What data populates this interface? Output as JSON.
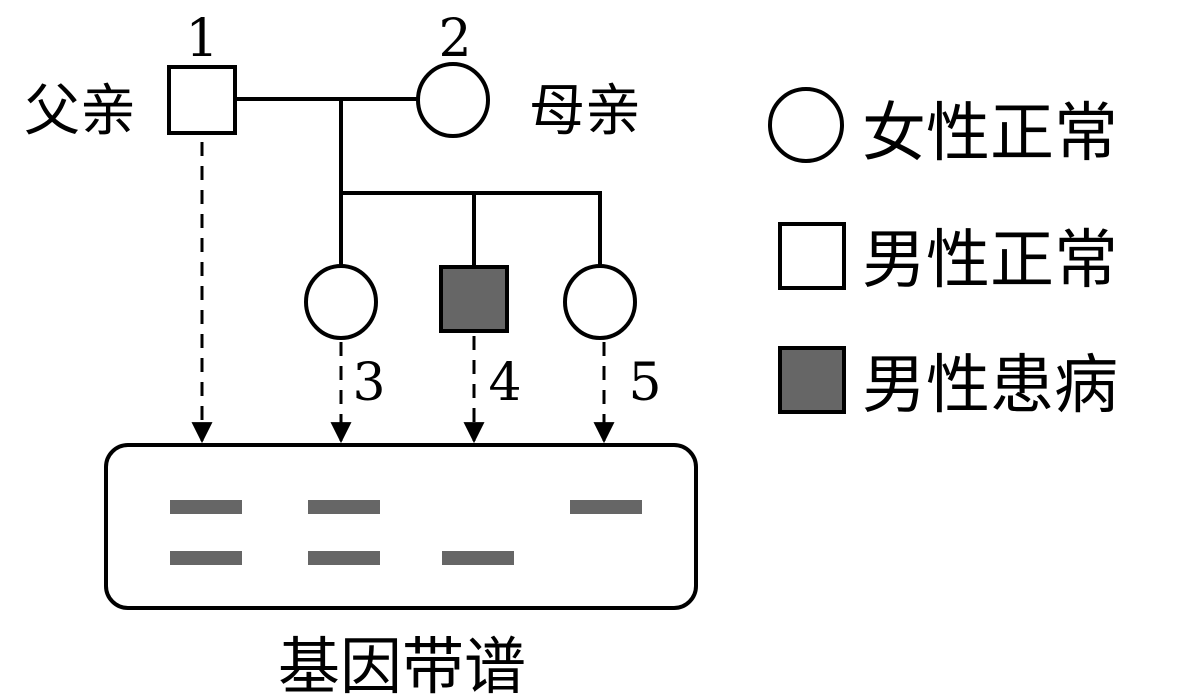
{
  "pedigree": {
    "individuals": [
      {
        "id": "1",
        "label": "父亲",
        "sex": "male",
        "status": "normal"
      },
      {
        "id": "2",
        "label": "母亲",
        "sex": "female",
        "status": "normal"
      },
      {
        "id": "3",
        "label": "",
        "sex": "female",
        "status": "normal"
      },
      {
        "id": "4",
        "label": "",
        "sex": "male",
        "status": "affected"
      },
      {
        "id": "5",
        "label": "",
        "sex": "female",
        "status": "normal"
      }
    ],
    "father_label": "父亲",
    "mother_label": "母亲",
    "numbers": {
      "n1": "1",
      "n2": "2",
      "n3": "3",
      "n4": "4",
      "n5": "5"
    }
  },
  "legend": {
    "female_normal": "女性正常",
    "male_normal": "男性正常",
    "male_affected": "男性患病"
  },
  "gel": {
    "title": "基因带谱",
    "lanes": [
      {
        "individual": "1",
        "band_top": true,
        "band_bottom": true
      },
      {
        "individual": "3",
        "band_top": true,
        "band_bottom": true
      },
      {
        "individual": "4",
        "band_top": false,
        "band_bottom": true
      },
      {
        "individual": "5",
        "band_top": true,
        "band_bottom": false
      }
    ]
  },
  "colors": {
    "affected_fill": "#666666",
    "band": "#666666",
    "line": "#000000"
  }
}
